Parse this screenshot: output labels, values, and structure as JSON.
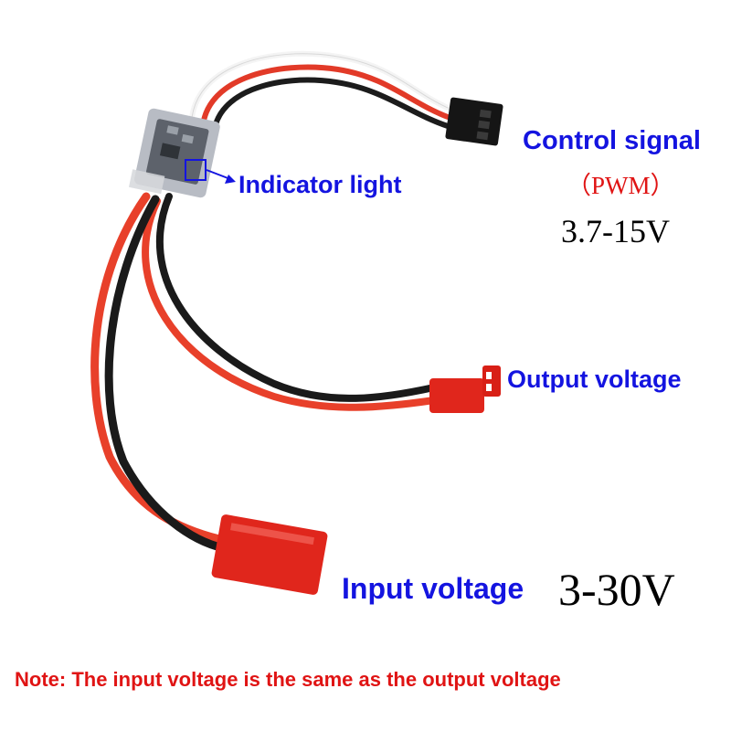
{
  "labels": {
    "control_signal": "Control signal",
    "pwm": "（PWM）",
    "control_voltage": "3.7-15V",
    "indicator_light": "Indicator light",
    "output_voltage": "Output voltage",
    "input_voltage": "Input voltage",
    "input_voltage_range": "3-30V",
    "note": "Note: The input voltage is the same as the output voltage"
  },
  "colors": {
    "label_blue": "#1414e0",
    "note_red": "#e01414",
    "wire_red": "#e8402a",
    "wire_black": "#1a1a1a",
    "connector_red": "#e0261c",
    "servo_connector": "#151515"
  }
}
